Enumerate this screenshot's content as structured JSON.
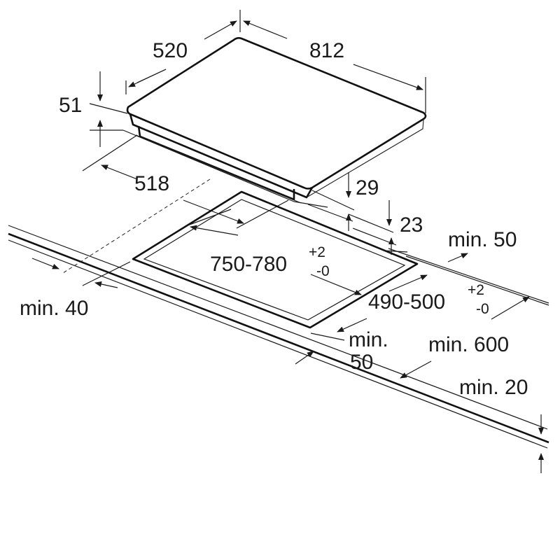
{
  "diagram": {
    "colors": {
      "line": "#1a1a1a",
      "background": "#ffffff"
    },
    "dimensions": {
      "hob_depth": "520",
      "hob_width": "812",
      "hob_height": "51",
      "hob_base_depth": "518",
      "rim_height": "29",
      "bottom_height": "23",
      "cutout_width": "750-780",
      "cutout_width_tol_plus": "+2",
      "cutout_width_tol_minus": "-0",
      "cutout_depth": "490-500",
      "cutout_depth_tol_plus": "+2",
      "cutout_depth_tol_minus": "-0",
      "min_back": "min. 50",
      "min_left": "min. 40",
      "min_front_line1": "min.",
      "min_front_line2": "50",
      "min_worktop_depth": "min. 600",
      "min_worktop_thickness": "min. 20"
    }
  }
}
